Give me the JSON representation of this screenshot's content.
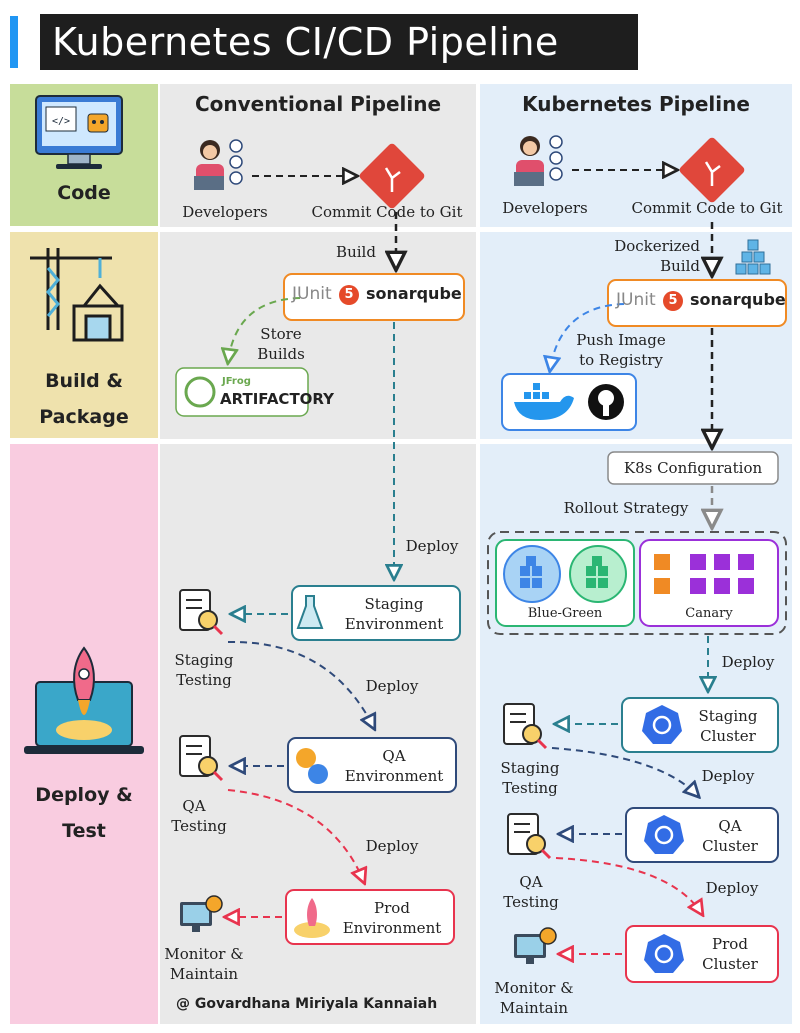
{
  "title": "Kubernetes CI/CD Pipeline",
  "stages": {
    "code": "Code",
    "build_line1": "Build &",
    "build_line2": "Package",
    "deploy_line1": "Deploy &",
    "deploy_line2": "Test"
  },
  "conventional": {
    "title": "Conventional Pipeline",
    "developers": "Developers",
    "commit": "Commit Code to Git",
    "build": "Build",
    "junit": "JUnit",
    "junit_num": "5",
    "sonar": "sonarqube",
    "store_line1": "Store",
    "store_line2": "Builds",
    "jfrog": "JFrog",
    "artifactory": "ARTIFACTORY",
    "deploy": "Deploy",
    "staging_line1": "Staging",
    "staging_line2": "Environment",
    "staging_testing_line1": "Staging",
    "staging_testing_line2": "Testing",
    "qa_line1": "QA",
    "qa_line2": "Environment",
    "qa_testing_line1": "QA",
    "qa_testing_line2": "Testing",
    "prod_line1": "Prod",
    "prod_line2": "Environment",
    "monitor_line1": "Monitor &",
    "monitor_line2": "Maintain"
  },
  "kubernetes": {
    "title": "Kubernetes Pipeline",
    "developers": "Developers",
    "commit": "Commit Code to Git",
    "dockerized_line1": "Dockerized",
    "dockerized_line2": "Build",
    "junit": "JUnit",
    "junit_num": "5",
    "sonar": "sonarqube",
    "push_line1": "Push Image",
    "push_line2": "to Registry",
    "k8s_config": "K8s Configuration",
    "rollout": "Rollout Strategy",
    "blue_green": "Blue-Green",
    "canary": "Canary",
    "deploy": "Deploy",
    "staging_line1": "Staging",
    "staging_line2": "Cluster",
    "staging_testing_line1": "Staging",
    "staging_testing_line2": "Testing",
    "qa_line1": "QA",
    "qa_line2": "Cluster",
    "qa_testing_line1": "QA",
    "qa_testing_line2": "Testing",
    "prod_line1": "Prod",
    "prod_line2": "Cluster",
    "monitor_line1": "Monitor &",
    "monitor_line2": "Maintain"
  },
  "credit": "@ Govardhana Miriyala Kannaiah",
  "colors": {
    "accent_blue": "#2196f3",
    "title_bg": "#1e1e1e",
    "code_band": "#c7dd9a",
    "build_band": "#efe2ad",
    "deploy_band": "#f9cce0",
    "conventional_bg": "#e9e9e9",
    "kubernetes_bg": "#e3eef9",
    "teal_arrow": "#2a7f8f",
    "navy_arrow": "#2f4a7a",
    "red_arrow": "#e8344e",
    "green_arrow": "#6aa84f",
    "blue_arrow": "#3d85e6",
    "gray_arrow": "#8a8a8a",
    "junit_orange": "#f08a24",
    "bluegreen_border": "#2bb673",
    "canary_border": "#9b30d9",
    "k8s_blue": "#326ce5"
  }
}
